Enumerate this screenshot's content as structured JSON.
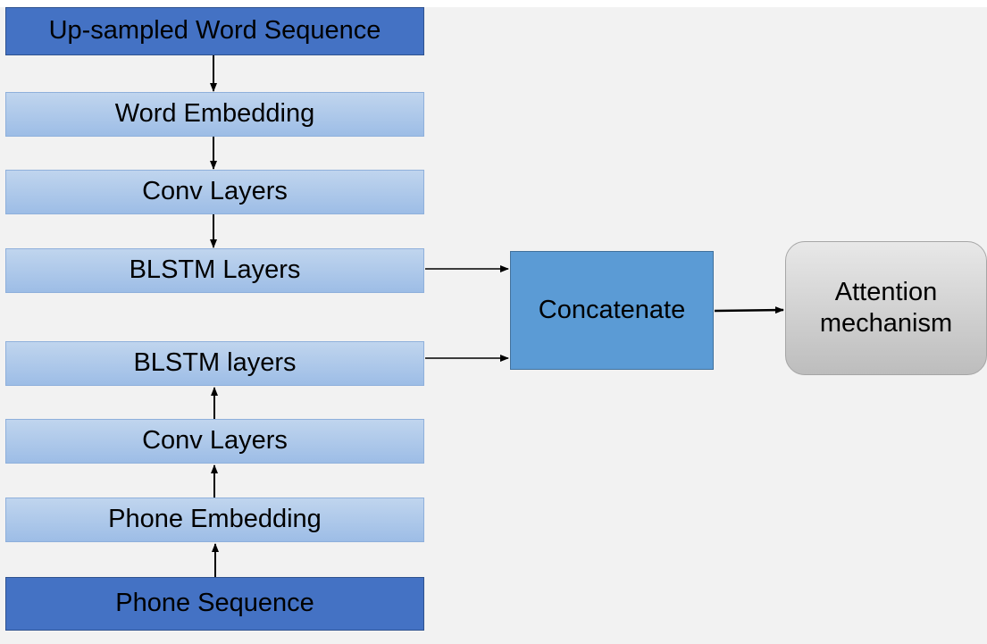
{
  "diagram": {
    "nodes": {
      "upsampled_word_sequence": "Up-sampled Word Sequence",
      "word_embedding": "Word Embedding",
      "conv_layers_top": "Conv Layers",
      "blstm_layers_top": "BLSTM Layers",
      "blstm_layers_bottom": "BLSTM layers",
      "conv_layers_bottom": "Conv Layers",
      "phone_embedding": "Phone Embedding",
      "phone_sequence": "Phone Sequence",
      "concatenate": "Concatenate",
      "attention": "Attention mechanism"
    },
    "edges": [
      [
        "upsampled_word_sequence",
        "word_embedding"
      ],
      [
        "word_embedding",
        "conv_layers_top"
      ],
      [
        "conv_layers_top",
        "blstm_layers_top"
      ],
      [
        "phone_sequence",
        "phone_embedding"
      ],
      [
        "phone_embedding",
        "conv_layers_bottom"
      ],
      [
        "conv_layers_bottom",
        "blstm_layers_bottom"
      ],
      [
        "blstm_layers_top",
        "concatenate"
      ],
      [
        "blstm_layers_bottom",
        "concatenate"
      ],
      [
        "concatenate",
        "attention"
      ]
    ],
    "colors": {
      "input_box": "#4472c4",
      "layer_box": "#9dbde6",
      "concat_box": "#5b9bd5",
      "attention_box": "#bdbdbd",
      "background": "#f2f2f2"
    }
  }
}
